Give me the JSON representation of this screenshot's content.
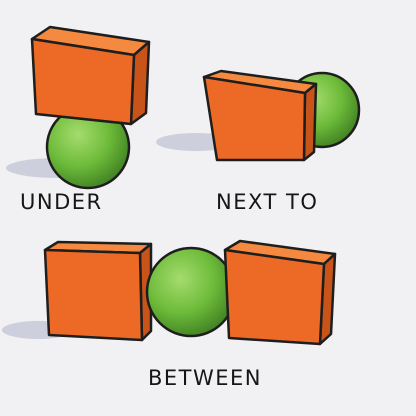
{
  "labels": {
    "under": "UNDER",
    "next_to": "NEXT TO",
    "between": "BETWEEN"
  },
  "colors": {
    "cube_front": "#ec6a25",
    "cube_top": "#f4893f",
    "cube_side": "#c9541a",
    "sphere": "#6dbb3a",
    "sphere_shade": "#4a8f2a",
    "outline": "#1e1e1e",
    "shadow": "#cdd0dc",
    "background": "#f1f1f4"
  },
  "objects": [
    "cube-icon",
    "sphere-icon"
  ]
}
